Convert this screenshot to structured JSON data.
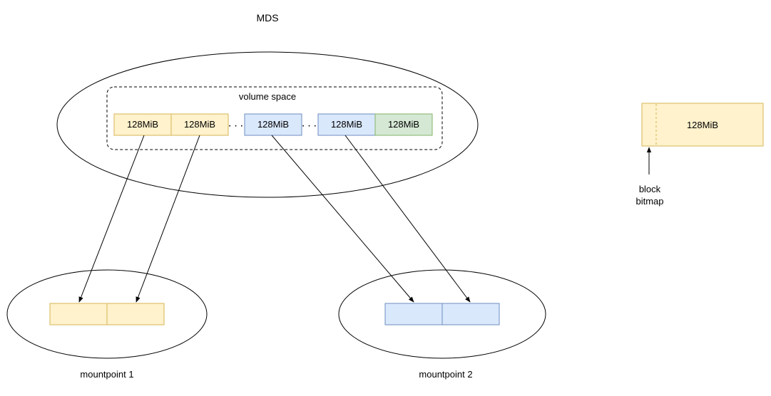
{
  "diagram": {
    "mds": {
      "label": "MDS"
    },
    "volume_space": {
      "label": "volume space",
      "blocks": [
        {
          "label": "128MiB",
          "fill": "#fff2cc",
          "stroke": "#d6b656"
        },
        {
          "label": "128MiB",
          "fill": "#fff2cc",
          "stroke": "#d6b656"
        },
        {
          "label": "128MiB",
          "fill": "#dae8fc",
          "stroke": "#6c8ebf"
        },
        {
          "label": "128MiB",
          "fill": "#dae8fc",
          "stroke": "#6c8ebf"
        },
        {
          "label": "128MiB",
          "fill": "#d5e8d4",
          "stroke": "#82b366"
        }
      ],
      "separator": "···"
    },
    "mountpoints": [
      {
        "label": "mountpoint 1",
        "fill": "#fff2cc",
        "stroke": "#d6b656"
      },
      {
        "label": "mountpoint 2",
        "fill": "#dae8fc",
        "stroke": "#6c8ebf"
      }
    ],
    "legend_block": {
      "label": "128MiB",
      "fill": "#fff2cc",
      "stroke": "#d6b656",
      "bitmap_label_line1": "block",
      "bitmap_label_line2": "bitmap"
    }
  }
}
